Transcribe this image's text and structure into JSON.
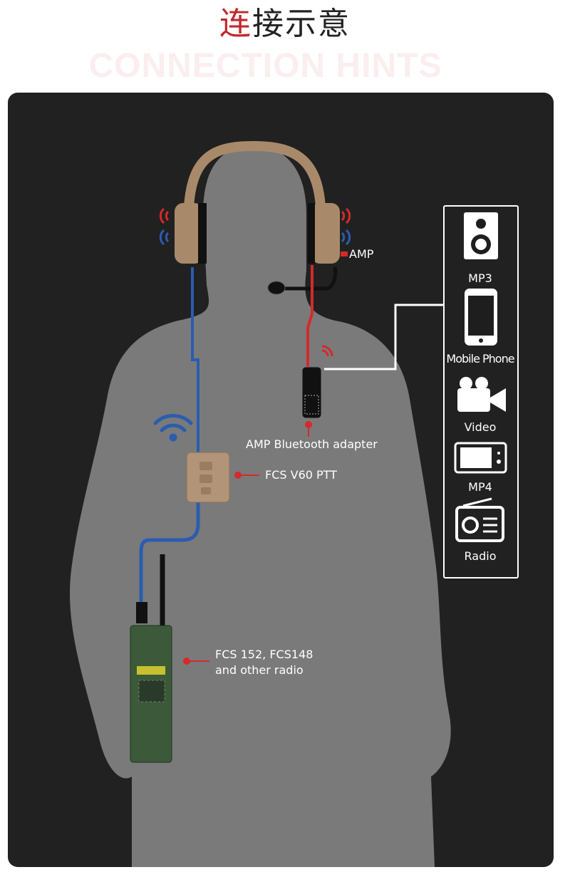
{
  "title": {
    "highlight": "连",
    "rest": "接示意",
    "watermark": "CONNECTION HINTS"
  },
  "labels": {
    "amp": "AMP",
    "bt_adapter": "AMP Bluetooth adapter",
    "ptt": "FCS V60 PTT",
    "radio_line1": "FCS 152, FCS148",
    "radio_line2": "and other radio"
  },
  "devices": [
    {
      "label": "MP3",
      "icon": "speaker-icon"
    },
    {
      "label": "Mobile Phone",
      "icon": "phone-icon"
    },
    {
      "label": "Video",
      "icon": "video-camera-icon"
    },
    {
      "label": "MP4",
      "icon": "media-player-icon"
    },
    {
      "label": "Radio",
      "icon": "radio-icon"
    }
  ],
  "colors": {
    "blue": "#2a5db0",
    "red": "#d42a2a",
    "tan": "#a88a6a",
    "radio": "#3c5a3a"
  }
}
